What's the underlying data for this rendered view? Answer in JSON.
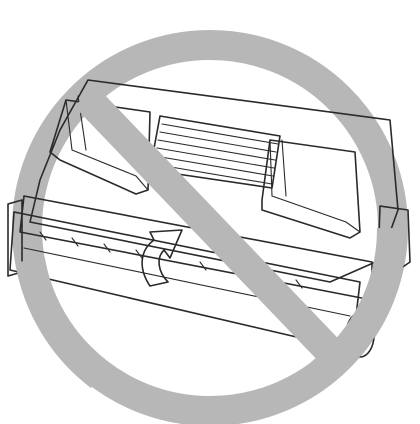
{
  "illustration": {
    "subject": "toner-cartridge",
    "overlay_symbol": "prohibition-sign",
    "action_indicator": "rotation-arrow"
  },
  "colors": {
    "background": "#ffffff",
    "prohibition_sign": "#b7b7b7",
    "cartridge_body": "#ededed",
    "cartridge_shade": "#d4d4d4",
    "drum": "#cfcfcf",
    "outline": "#2a2a2a"
  }
}
